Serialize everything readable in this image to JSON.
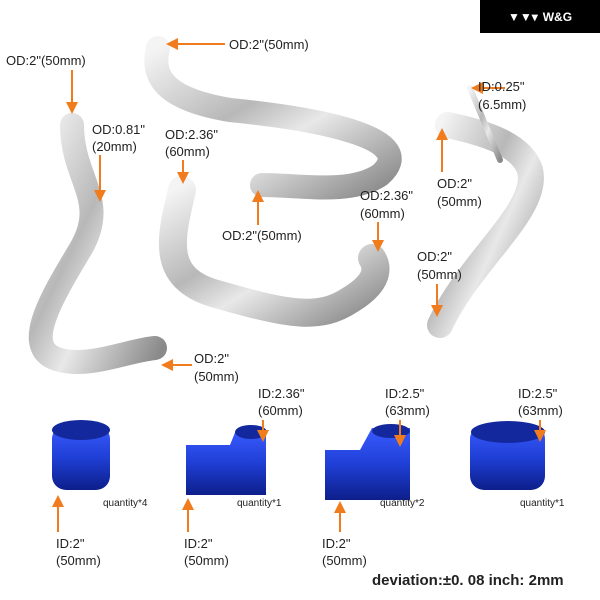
{
  "logo": {
    "text": "W&G",
    "icon": "wing-logo-icon"
  },
  "pipes": {
    "pipe1_top": "OD:2\"(50mm)",
    "pipe1_side_a": "OD:0.81\"",
    "pipe1_side_b": "(20mm)",
    "pipe1_bottom_a": "OD:2\"",
    "pipe1_bottom_b": "(50mm)",
    "pipe2_top": "OD:2\"(50mm)",
    "pipe2_bottom": "OD:2\"(50mm)",
    "pipe3_left_a": "OD:2.36\"",
    "pipe3_left_b": "(60mm)",
    "pipe3_right_a": "OD:2.36\"",
    "pipe3_right_b": "(60mm)",
    "pipe4_small_a": "ID:0.25\"",
    "pipe4_small_b": "(6.5mm)",
    "pipe4_top_a": "OD:2\"",
    "pipe4_top_b": "(50mm)",
    "pipe4_bottom_a": "OD:2\"",
    "pipe4_bottom_b": "(50mm)"
  },
  "couplers": [
    {
      "top_a": "",
      "top_b": "",
      "bottom_a": "ID:2\"",
      "bottom_b": "(50mm)",
      "quantity": "quantity*4"
    },
    {
      "top_a": "ID:2.36\"",
      "top_b": "(60mm)",
      "bottom_a": "ID:2\"",
      "bottom_b": "(50mm)",
      "quantity": "quantity*1"
    },
    {
      "top_a": "ID:2.5\"",
      "top_b": "(63mm)",
      "bottom_a": "ID:2\"",
      "bottom_b": "(50mm)",
      "quantity": "quantity*2"
    },
    {
      "top_a": "ID:2.5\"",
      "top_b": "(63mm)",
      "bottom_a": "",
      "bottom_b": "",
      "quantity": "quantity*1"
    }
  ],
  "deviation": "deviation:±0. 08 inch: 2mm",
  "colors": {
    "arrow": "#f07c1e",
    "coupler": "#1f3fd6",
    "logo_bg": "#000000"
  }
}
